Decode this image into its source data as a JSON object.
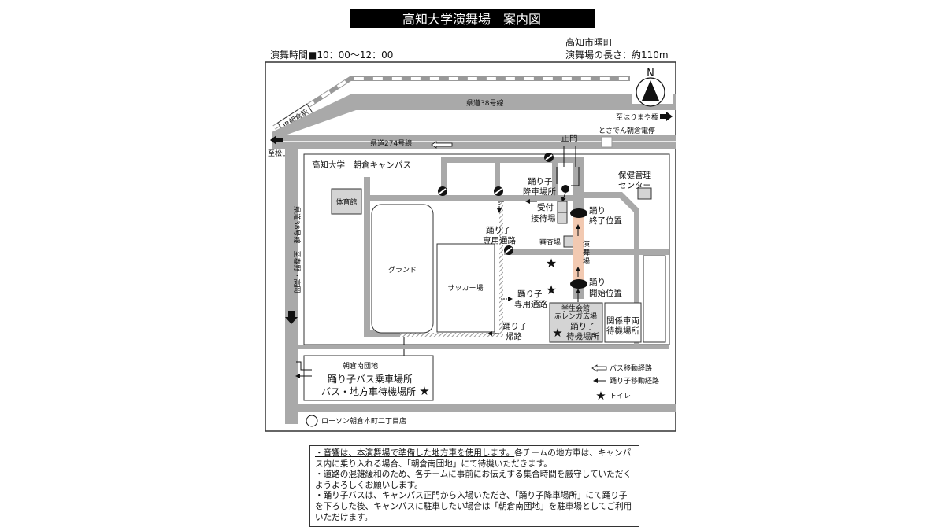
{
  "title": "高知大学演舞場　案内図",
  "schedule": "演舞時間■10：00～12：00",
  "location": "高知市曙町",
  "stage_length": "演舞場の長さ：約110m",
  "map": {
    "north": "N",
    "station": "JR朝倉駅",
    "road_38": "県道38号線",
    "road_274": "県道274号線",
    "to_harimaya": "至はりまや橋",
    "to_matsuyama": "至松山",
    "tram_stop": "とさでん朝倉電停",
    "main_gate": "正門",
    "road_38_vertical": "県道38号線　至春野・高岡",
    "campus": "高知大学　朝倉キャンパス",
    "gym": "体育館",
    "ground": "グランド",
    "soccer": "サッカー場",
    "dancer_dropoff": [
      "踊り子",
      "降車場所"
    ],
    "reception": [
      "受付",
      "接待場"
    ],
    "dancer_path_1": [
      "踊り子",
      "専用通路"
    ],
    "judging": "審査場",
    "stage": [
      "演",
      "舞",
      "場"
    ],
    "dance_end": [
      "踊り",
      "終了位置"
    ],
    "dance_start": [
      "踊り",
      "開始位置"
    ],
    "health_center": [
      "保健管理",
      "センター"
    ],
    "dancer_path_2": [
      "踊り子",
      "専用通路"
    ],
    "dancer_return": [
      "踊り子",
      "帰路"
    ],
    "student_hall": [
      "学生会館",
      "赤レンガ広場"
    ],
    "dancer_waiting": [
      "踊り子",
      "待機場所"
    ],
    "vehicle_waiting": [
      "関係車両",
      "待機場所"
    ],
    "danchi": "朝倉南団地",
    "bus_boarding": "踊り子バス乗車場所",
    "bus_waiting": "バス・地方車待機場所",
    "lawson": "ローソン朝倉本町二丁目店"
  },
  "legend": {
    "bus_route": "バス移動経路",
    "dancer_route": "踊り子移動経路",
    "toilet": "トイレ"
  },
  "notes": {
    "p1_underlined": "・音響は、本演舞場で準備した地方車を使用します。",
    "p1_rest": "各チームの地方車は、キャンパス内に乗り入れる場合、「朝倉南団地」にて待機いただきます。",
    "p2": "・道路の混雑緩和のため、各チームに事前にお伝えする集合時間を厳守していただくようよろしくお願いします。",
    "p3": "・踊り子バスは、キャンパス正門から入場いただき、「踊り子降車場所」にて踊り子を下ろした後、キャンパスに駐車したい場合は「朝倉南団地」を駐車場としてご利用いただけます。"
  },
  "colors": {
    "road": "#a9a9a9",
    "stage": "#f2c9b1",
    "building": "#d4d4d4"
  }
}
